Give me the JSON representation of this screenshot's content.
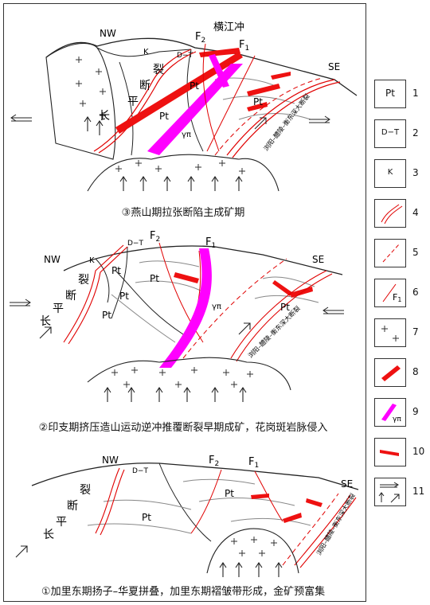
{
  "panels": {
    "p3": {
      "caption": "③燕山期拉张断陷主成矿期",
      "nw": "NW",
      "se": "SE",
      "fault_f2": "F",
      "sub2": "2",
      "fault_f1": "F",
      "sub1": "1",
      "place": "横江冲",
      "k": "K",
      "dt": "D−T",
      "pt_a": "Pt",
      "pt_b": "Pt",
      "pt_c": "Pt",
      "gamma": "γπ",
      "c_lie": "裂",
      "c_duan": "断",
      "c_ping": "平",
      "c_chang": "长",
      "fault_label": "浏阳–醴陵–衡东深大断裂"
    },
    "p2": {
      "caption": "②印支期挤压造山运动逆冲推覆断裂早期成矿，花岗斑岩脉侵入",
      "nw": "NW",
      "se": "SE",
      "fault_f2": "F",
      "sub2": "2",
      "fault_f1": "F",
      "sub1": "1",
      "k": "K",
      "dt": "D−T",
      "pt_a": "Pt",
      "pt_b": "Pt",
      "pt_c": "Pt",
      "pt_d": "Pt",
      "pt_e": "Pt",
      "gamma": "γπ",
      "c_lie": "裂",
      "c_duan": "断",
      "c_ping": "平",
      "c_chang": "长",
      "fault_label": "浏阳–醴陵–衡东深大断裂"
    },
    "p1": {
      "caption": "①加里东期扬子–华夏拼叠，加里东期褶皱带形成，金矿预富集",
      "nw": "NW",
      "se": "SE",
      "fault_f2": "F",
      "sub2": "2",
      "fault_f1": "F",
      "sub1": "1",
      "dt": "D−T",
      "pt_a": "Pt",
      "pt_b": "Pt",
      "c_lie": "裂",
      "c_duan": "断",
      "c_ping": "平",
      "c_chang": "长",
      "fault_label": "浏阳–醴陵–衡东深大断裂"
    }
  },
  "legend": {
    "items": [
      {
        "num": "1",
        "symbol": "Pt"
      },
      {
        "num": "2",
        "symbol": "D−T"
      },
      {
        "num": "3",
        "symbol": "K"
      },
      {
        "num": "4",
        "symbol": ""
      },
      {
        "num": "5",
        "symbol": ""
      },
      {
        "num": "6",
        "symbol": "F",
        "sub": "1"
      },
      {
        "num": "7",
        "symbol": ""
      },
      {
        "num": "8",
        "symbol": ""
      },
      {
        "num": "9",
        "symbol": "γπ"
      },
      {
        "num": "10",
        "symbol": ""
      },
      {
        "num": "11",
        "symbol": ""
      }
    ]
  },
  "colors": {
    "fault_red": "#e00000",
    "orebody_red": "#ee1111",
    "porphyry_magenta": "#ff00ff",
    "outline": "#222222",
    "contour": "#999999"
  }
}
